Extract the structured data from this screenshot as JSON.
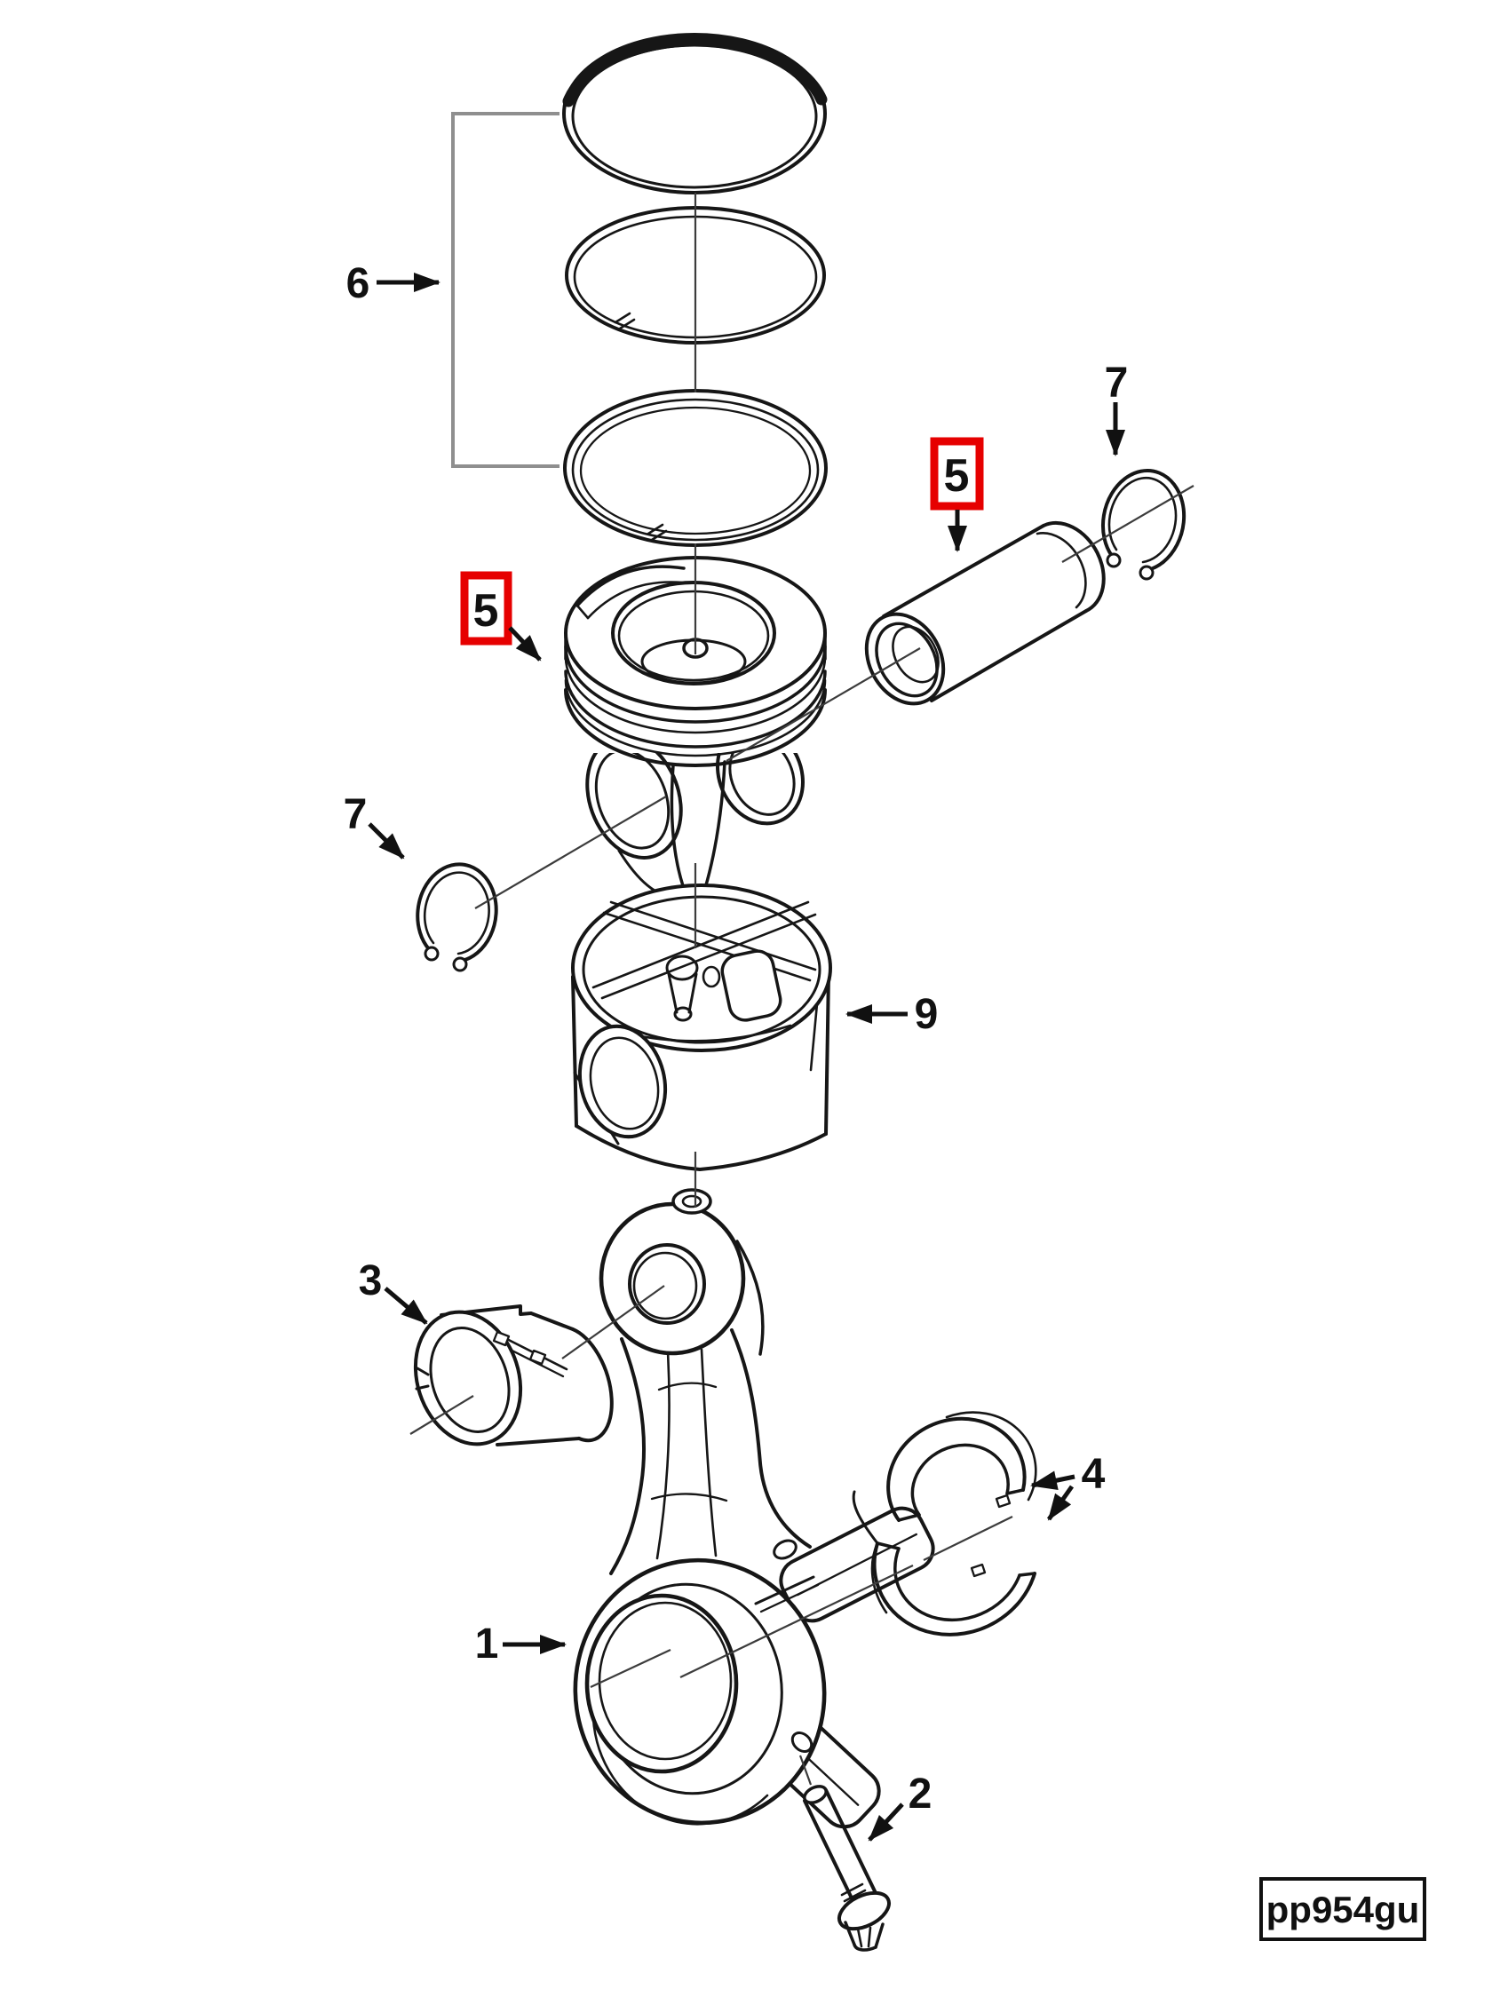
{
  "diagram": {
    "part_code": "pp954gu",
    "colors": {
      "line": "#161616",
      "centerline": "#3c3c3c",
      "bracket": "#8f8f8f",
      "highlight_box": "#e60000"
    },
    "callouts": {
      "connecting_rod": {
        "label": "1",
        "highlighted": false
      },
      "rod_bolt": {
        "label": "2",
        "highlighted": false
      },
      "pin_bushing": {
        "label": "3",
        "highlighted": false
      },
      "crank_bearing": {
        "label": "4",
        "highlighted": false
      },
      "piston_crown": {
        "label": "5",
        "highlighted": true
      },
      "piston_pin": {
        "label": "5",
        "highlighted": true
      },
      "ring_set": {
        "label": "6",
        "highlighted": false
      },
      "retaining_ring_left": {
        "label": "7",
        "highlighted": false
      },
      "retaining_ring_right": {
        "label": "7",
        "highlighted": false
      },
      "piston_skirt": {
        "label": "9",
        "highlighted": false
      }
    }
  }
}
